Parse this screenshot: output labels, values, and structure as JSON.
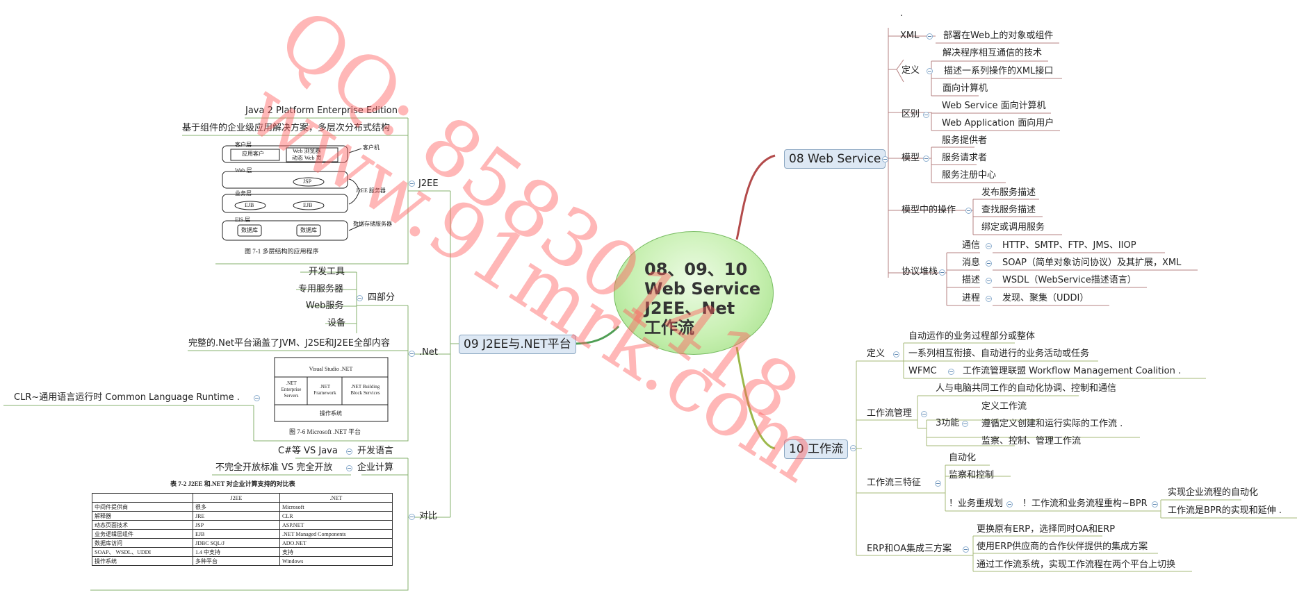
{
  "center": {
    "lines": [
      "08、09、10",
      "Web Service",
      "J2EE、Net",
      "工作流"
    ]
  },
  "ws": {
    "title": "08 Web Service",
    "top_dot": ".",
    "xml": {
      "label": "XML",
      "item": "部署在Web上的对象或组件"
    },
    "def": {
      "label": "定义",
      "items": [
        "解决程序相互通信的技术",
        "描述一系列操作的XML接口",
        "面向计算机"
      ]
    },
    "diff": {
      "label": "区别",
      "items": [
        "Web Service 面向计算机",
        "Web Application 面向用户"
      ]
    },
    "model": {
      "label": "模型",
      "items": [
        "服务提供者",
        "服务请求者",
        "服务注册中心"
      ]
    },
    "ops": {
      "label": "模型中的操作",
      "items": [
        "发布服务描述",
        "查找服务描述",
        "绑定或调用服务"
      ]
    },
    "stack": {
      "label": "协议堆栈",
      "rows": [
        {
          "k": "通信",
          "v": "HTTP、SMTP、FTP、JMS、IIOP"
        },
        {
          "k": "消息",
          "v": "SOAP（简单对象访问协议）及其扩展，XML"
        },
        {
          "k": "描述",
          "v": "WSDL（WebService描述语言）"
        },
        {
          "k": "进程",
          "v": "发现、聚集（UDDI）"
        }
      ]
    }
  },
  "wf": {
    "title": "10 工作流",
    "def": {
      "label": "定义",
      "items": [
        "自动运作的业务过程部分或整体",
        "一系列相互衔接、自动进行的业务活动或任务"
      ],
      "wfmc_k": "WFMC",
      "wfmc_v": "工作流管理联盟 Workflow Management Coalition ."
    },
    "mgmt": {
      "label": "工作流管理",
      "item": "人与电脑共同工作的自动化协调、控制和通信",
      "func_label": "3功能",
      "funcs": [
        "定义工作流",
        "遵循定义创建和运行实际的工作流 .",
        "监察、控制、管理工作流"
      ]
    },
    "features": {
      "label": "工作流三特征",
      "items": [
        "自动化",
        "监察和控制"
      ],
      "bpr_k": "！业务重规划",
      "bpr_v": "！工作流和业务流程重构~BPR",
      "bpr_items": [
        "实现企业流程的自动化",
        "工作流是BPR的实现和延伸 ."
      ]
    },
    "erp": {
      "label": "ERP和OA集成三方案",
      "items": [
        "更换原有ERP，选择同时OA和ERP",
        "使用ERP供应商的合作伙伴提供的集成方案",
        "通过工作流系统，实现工作流程在两个平台上切换"
      ]
    }
  },
  "jn": {
    "title": "09 J2EE与.NET平台",
    "j2ee": {
      "label": "J2EE",
      "items": [
        "Java 2 Platform Enterprise Edition",
        "基于组件的企业级应用解决方案，多层次分布式结构"
      ],
      "fig": {
        "caption": "图 7-1    多层结构的应用程序",
        "layers": [
          "客户层",
          "Web 层",
          "业务层",
          "EIS 层"
        ],
        "boxes": [
          "应用客户",
          "Web 浏览器\n动态 Web 页",
          "JSP",
          "EJB",
          "EJB",
          "数据库",
          "数据库"
        ],
        "right": [
          "客户机",
          "J2EE 服务器",
          "数据存储服务器"
        ]
      }
    },
    "net": {
      "label": ".Net",
      "parts": {
        "label": "四部分",
        "items": [
          "开发工具",
          "专用服务器",
          "Web服务",
          "设备"
        ]
      },
      "full": "完整的.Net平台涵盖了JVM、J2SE和J2EE全部内容",
      "clr": "CLR~通用语言运行时 Common Language Runtime .",
      "fig": {
        "caption": "图 7-6    Microsoft .NET 平台",
        "top": "Visual Studio .NET",
        "cells": [
          ".NET\nEnterprise\nServers",
          ".NET\nFramework",
          ".NET Building\nBlock Services"
        ],
        "bottom": "操作系统"
      }
    },
    "cmp": {
      "label": "对比",
      "rows": [
        {
          "k": "开发语言",
          "v": "C#等 VS Java"
        },
        {
          "k": "企业计算",
          "v": "不完全开放标准 VS 完全开放"
        }
      ],
      "table": {
        "title": "表 7-2    J2EE 和.NET 对企业计算支持的对比表",
        "header": [
          "",
          "J2EE",
          ".NET"
        ],
        "rows": [
          [
            "中间件提供商",
            "很多",
            "Microsoft"
          ],
          [
            "解释器",
            "JRE",
            "CLR"
          ],
          [
            "动态页面技术",
            "JSP",
            "ASP.NET"
          ],
          [
            "业务逻辑层组件",
            "EJB",
            ".NET Managed Components"
          ],
          [
            "数据库访问",
            "JDBC SQL/J",
            "ADO.NET"
          ],
          [
            "SOAP、 WSDL、UDDI",
            "1.4 中支持",
            "支持"
          ],
          [
            "操作系统",
            "多种平台",
            "Windows"
          ]
        ]
      }
    }
  },
  "watermark": [
    "QQ: 858301418",
    "www.91mrk.com"
  ]
}
